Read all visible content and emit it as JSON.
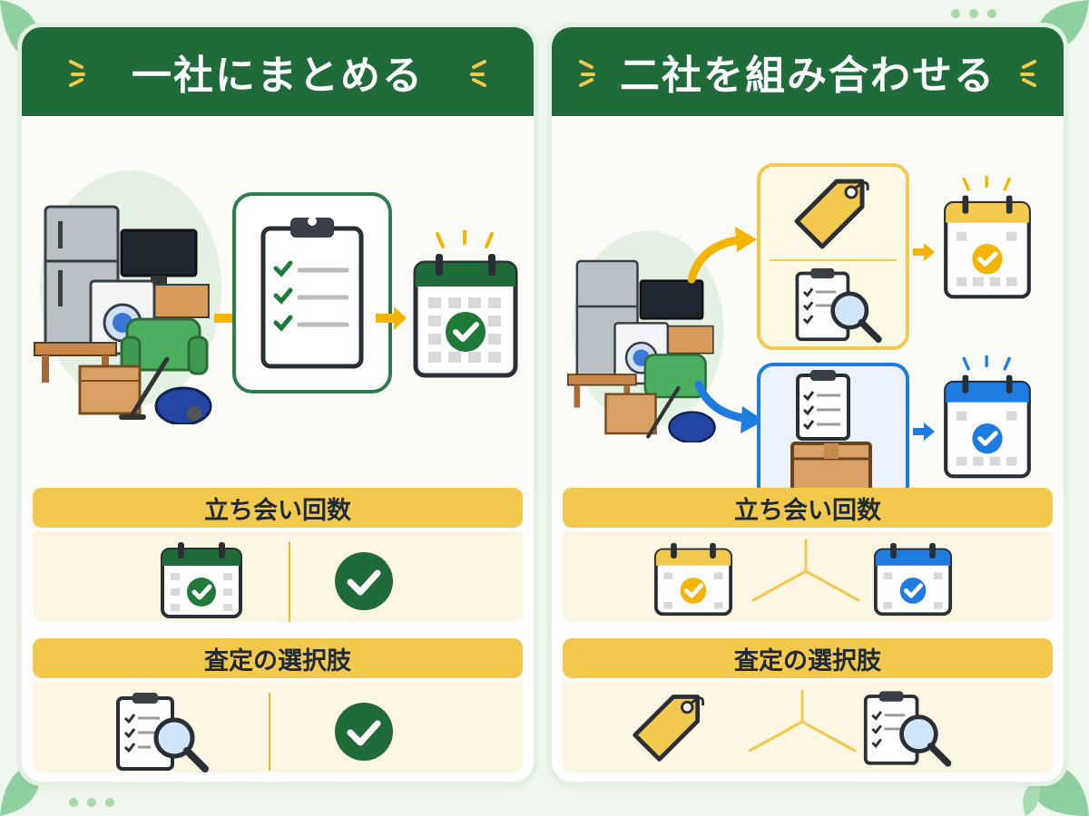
{
  "colors": {
    "header_green": "#1f6b3a",
    "accent_yellow": "#f2c94c",
    "check_green": "#1f7a3a",
    "blue": "#1e7be0",
    "orange_arrow": "#f5b400",
    "row_bg": "#fdf6e3"
  },
  "left_panel": {
    "title": "一社にまとめる",
    "flow": [
      "furniture-appliances-group",
      "arrow-right-icon",
      "clipboard-checklist-icon",
      "arrow-right-icon",
      "calendar-check-icon"
    ],
    "rows": [
      {
        "label": "立ち会い回数",
        "items": [
          "calendar-check-icon",
          "check-circle-icon"
        ]
      },
      {
        "label": "査定の選択肢",
        "items": [
          "clipboard-magnifier-icon",
          "check-circle-icon"
        ]
      }
    ]
  },
  "right_panel": {
    "title": "二社を組み合わせる",
    "flow": {
      "top_branch": [
        "price-tag-icon",
        "clipboard-magnifier-icon",
        "calendar-yellow-check-icon"
      ],
      "bottom_branch": [
        "clipboard-checklist-icon",
        "cardboard-box-icon",
        "calendar-blue-check-icon"
      ]
    },
    "rows": [
      {
        "label": "立ち会い回数",
        "items": [
          "calendar-yellow-check-icon",
          "branch-lines-icon",
          "calendar-blue-check-icon"
        ]
      },
      {
        "label": "査定の選択肢",
        "items": [
          "price-tag-icon",
          "branch-lines-icon",
          "clipboard-magnifier-icon"
        ]
      }
    ]
  }
}
